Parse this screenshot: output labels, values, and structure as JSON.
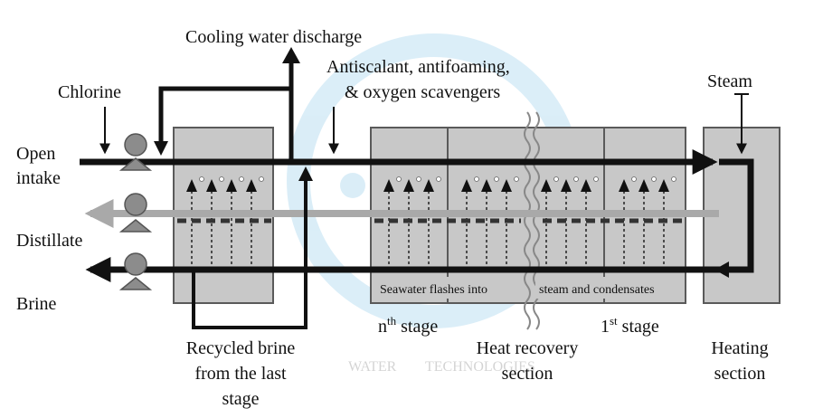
{
  "labels": {
    "chlorine": "Chlorine",
    "open_intake_1": "Open",
    "open_intake_2": "intake",
    "distillate": "Distillate",
    "brine": "Brine",
    "cooling_water_discharge": "Cooling water discharge",
    "chemicals_1": "Antiscalant, antifoaming,",
    "chemicals_2": "& oxygen scavengers",
    "steam": "Steam",
    "flash_note_1": "Seawater flashes into",
    "flash_note_2": "steam and condensates",
    "nth_n": "n",
    "nth_sup": "th",
    "nth_rest": " stage",
    "first_1": "1",
    "first_sup": "st",
    "first_rest": " stage",
    "recycled_1": "Recycled brine",
    "recycled_2": "from the last",
    "recycled_3": "stage",
    "heat_recovery_1": "Heat recovery",
    "heat_recovery_2": "section",
    "heating_1": "Heating",
    "heating_2": "section",
    "watermark_1": "WATER",
    "watermark_2": "TECHNOLOGIES"
  },
  "colors": {
    "stage_fill": "#c8c8c8",
    "stage_border": "#5a5a5a",
    "main_line": "#111111",
    "distillate_line": "#a9a9a9",
    "pump": "#8c8c8c",
    "watermark": "#3aa0d8"
  }
}
